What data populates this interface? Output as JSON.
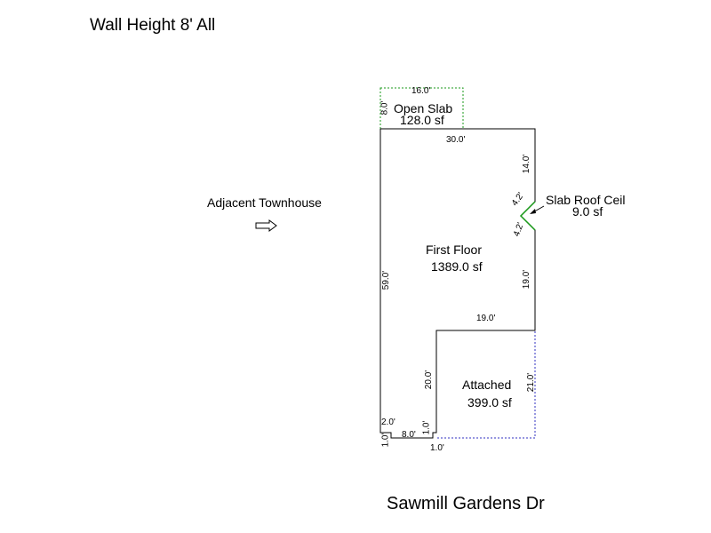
{
  "header": {
    "title": "Wall Height 8' All"
  },
  "footer": {
    "street": "Sawmill Gardens Dr"
  },
  "adjacent": {
    "label": "Adjacent Townhouse",
    "arrow_icon": "right-arrow-icon"
  },
  "areas": {
    "open_slab": {
      "name": "Open Slab",
      "sf": "128.0 sf"
    },
    "first_floor": {
      "name": "First Floor",
      "sf": "1389.0 sf"
    },
    "attached": {
      "name": "Attached",
      "sf": "399.0 sf"
    },
    "slab_roof": {
      "name": "Slab Roof Ceil",
      "sf": "9.0 sf"
    }
  },
  "dimensions": {
    "open_slab_width": "16.0'",
    "open_slab_depth": "8.0'",
    "top_width": "30.0'",
    "right_upper": "14.0'",
    "notch_upper": "4.2'",
    "notch_lower": "4.2'",
    "right_middle": "19.0'",
    "left_height": "59.0'",
    "step_width": "19.0'",
    "attached_left": "20.0'",
    "attached_right": "21.0'",
    "bottom_left_small": "2.0'",
    "bottom_left_vert": "1.0'",
    "bottom_width": "8.0'",
    "bottom_right_vert": "1.0'",
    "bottom_right_small": "1.0'"
  },
  "colors": {
    "open_slab_border": "#1a9a1a",
    "attached_border": "#3030c0",
    "walls": "#000000"
  }
}
